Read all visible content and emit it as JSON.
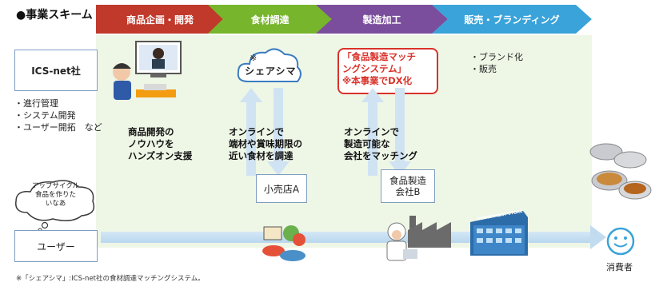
{
  "title": "●事業スキーム",
  "phases": [
    "商品企画・開発",
    "食材調達",
    "製造加工",
    "販売・ブランディング"
  ],
  "company": {
    "name": "ICS-net社",
    "roles": "・進行管理\n・システム開発\n・ユーザー開拓　など"
  },
  "cloud_label": {
    "mark": "※",
    "name": "シェアシマ"
  },
  "system_box": "「食品製造マッチ\nングシステム」\n※本事業でDX化",
  "sales_items": "・ブランド化\n・販売",
  "phase_texts": {
    "planning": "商品開発の\nノウハウを\nハンズオン支援",
    "procurement": "オンラインで\n端材や賞味期限の\n近い食材を調達",
    "manufacturing": "オンラインで\n製造可能な\n会社をマッチング"
  },
  "store_label": "小売店A",
  "factory_label": "食品製造\n会社B",
  "user_thought": "アップサイクル\n食品を作りた\nいなあ",
  "user_label": "ユーザー",
  "consumer_label": "消費者",
  "building_sign": "DEPARTMENT STORE",
  "footnote": "※「シェアシマ」:ICS-net社の食材調達マッチングシステム。",
  "colors": {
    "phase1": "#c0392b",
    "phase2": "#77b52c",
    "phase3": "#7a4e9c",
    "phase4": "#3aa3d9",
    "panel": "#eef6e6",
    "system_red": "#d9322b"
  }
}
